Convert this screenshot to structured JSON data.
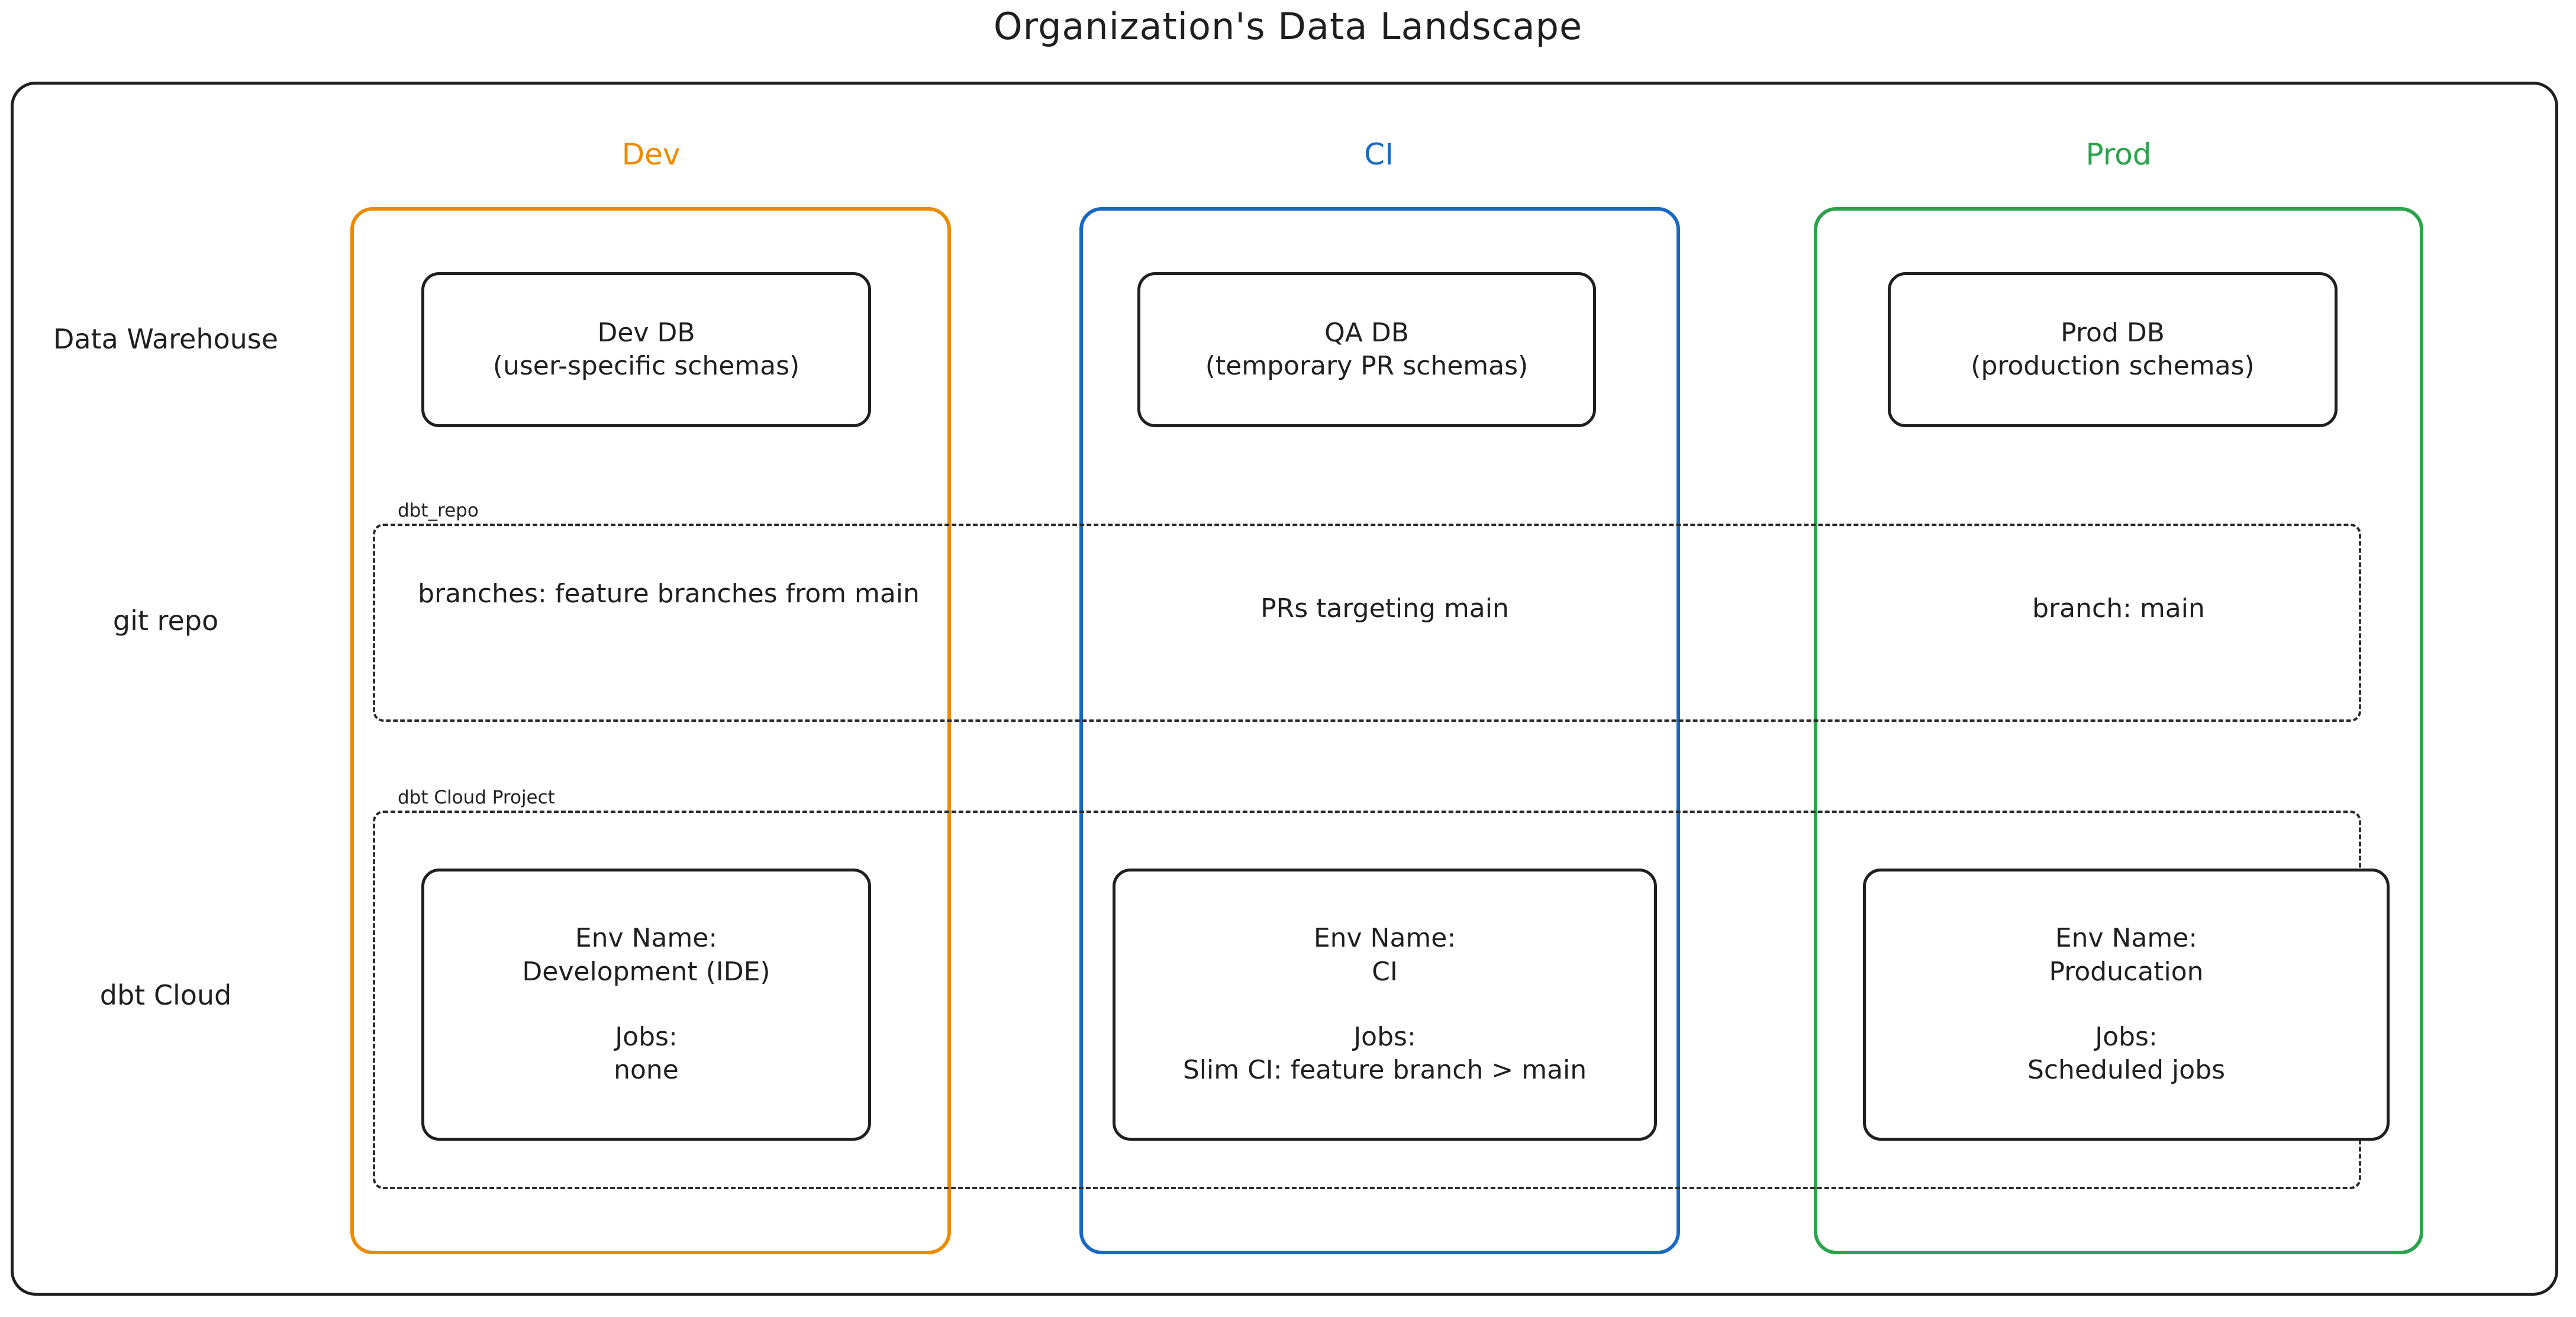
{
  "title": "Organization's Data Landscape",
  "columns": [
    {
      "key": "dev",
      "label": "Dev",
      "color": "#ED8B00"
    },
    {
      "key": "ci",
      "label": "CI",
      "color": "#1968C4"
    },
    {
      "key": "prod",
      "label": "Prod",
      "color": "#2BA24C"
    }
  ],
  "rows": [
    {
      "key": "data_warehouse",
      "label_line1": "Data",
      "label_line2": "Warehouse"
    },
    {
      "key": "git_repo",
      "label_line1": "git repo",
      "label_line2": ""
    },
    {
      "key": "dbt_cloud",
      "label_line1": "dbt Cloud",
      "label_line2": ""
    }
  ],
  "groups": {
    "dbt_repo_label": "dbt_repo",
    "dbt_cloud_project_label": "dbt Cloud Project"
  },
  "data_warehouse": {
    "dev": {
      "line1": "Dev DB",
      "line2": "(user-specific schemas)"
    },
    "ci": {
      "line1": "QA DB",
      "line2": "(temporary PR schemas)"
    },
    "prod": {
      "line1": "Prod DB",
      "line2": "(production schemas)"
    }
  },
  "git_repo": {
    "dev": {
      "line1": "branches:",
      "line2": "feature branches from main"
    },
    "ci": {
      "line1": "PRs targeting main",
      "line2": ""
    },
    "prod": {
      "line1": "branch: main",
      "line2": ""
    }
  },
  "dbt_cloud": {
    "dev": {
      "env_name_label": "Env Name:",
      "env_name_value": "Development (IDE)",
      "jobs_label": "Jobs:",
      "jobs_value": "none"
    },
    "ci": {
      "env_name_label": "Env Name:",
      "env_name_value": "CI",
      "jobs_label": "Jobs:",
      "jobs_value": "Slim CI: feature branch > main"
    },
    "prod": {
      "env_name_label": "Env Name:",
      "env_name_value": "Producation",
      "jobs_label": "Jobs:",
      "jobs_value": "Scheduled jobs"
    }
  }
}
